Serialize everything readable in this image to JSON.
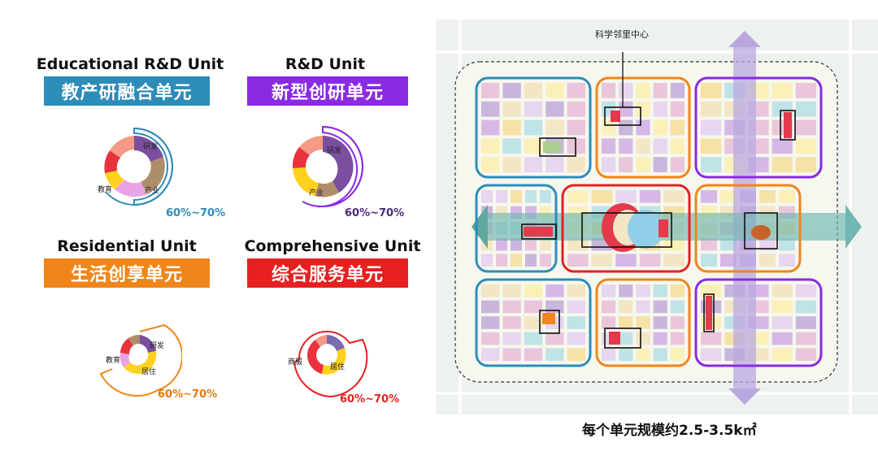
{
  "units": [
    {
      "en": "Educational R&D Unit",
      "cn": "教产研融合单元",
      "color": "#2e8cb8",
      "percent": "60%~70%",
      "labels": [
        "研发",
        "产业",
        "教育"
      ]
    },
    {
      "en": "R&D Unit",
      "cn": "新型创研单元",
      "color": "#8a2be2",
      "percent": "60%~70%",
      "labels": [
        "研发",
        "产业"
      ]
    },
    {
      "en": "Residential Unit",
      "cn": "生活创享单元",
      "color": "#f0861a",
      "percent": "60%~70%",
      "labels": [
        "研发",
        "居住",
        "教育"
      ]
    },
    {
      "en": "Comprehensive Unit",
      "cn": "综合服务单元",
      "color": "#e62020",
      "percent": "60%~70%",
      "labels": [
        "居住",
        "商服"
      ]
    }
  ],
  "map": {
    "annotation": "科学邻里中心"
  },
  "footer": "每个单元规模约2.5-3.5k㎡"
}
